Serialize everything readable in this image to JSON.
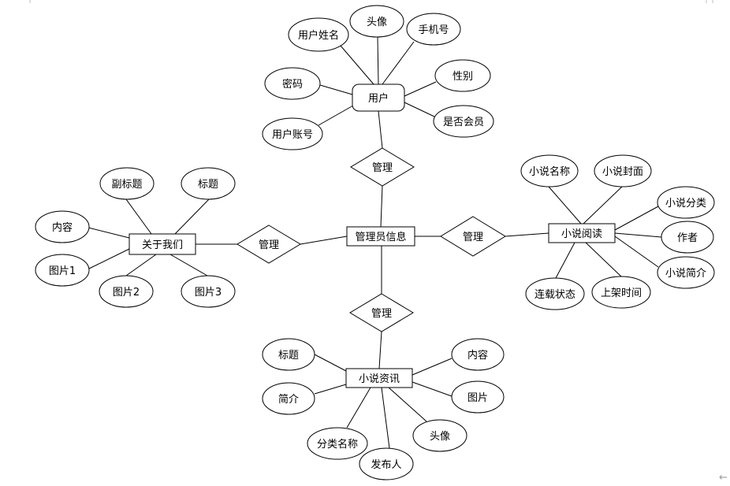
{
  "diagram": {
    "entities": {
      "user": "用户",
      "admin": "管理员信息",
      "about": "关于我们",
      "novel_read": "小说阅读",
      "novel_news": "小说资讯"
    },
    "relations": {
      "r_user": "管理",
      "r_about": "管理",
      "r_read": "管理",
      "r_news": "管理"
    },
    "attributes": {
      "user_name": "用户姓名",
      "user_avatar": "头像",
      "user_phone": "手机号",
      "user_password": "密码",
      "user_gender": "性别",
      "user_account": "用户账号",
      "user_member": "是否会员",
      "about_subtitle": "副标题",
      "about_title": "标题",
      "about_content": "内容",
      "about_img1": "图片1",
      "about_img2": "图片2",
      "about_img3": "图片3",
      "read_name": "小说名称",
      "read_cover": "小说封面",
      "read_category": "小说分类",
      "read_author": "作者",
      "read_intro": "小说简介",
      "read_status": "连载状态",
      "read_time": "上架时间",
      "news_title": "标题",
      "news_intro": "简介",
      "news_content": "内容",
      "news_image": "图片",
      "news_category": "分类名称",
      "news_publisher": "发布人",
      "news_avatar": "头像"
    }
  }
}
